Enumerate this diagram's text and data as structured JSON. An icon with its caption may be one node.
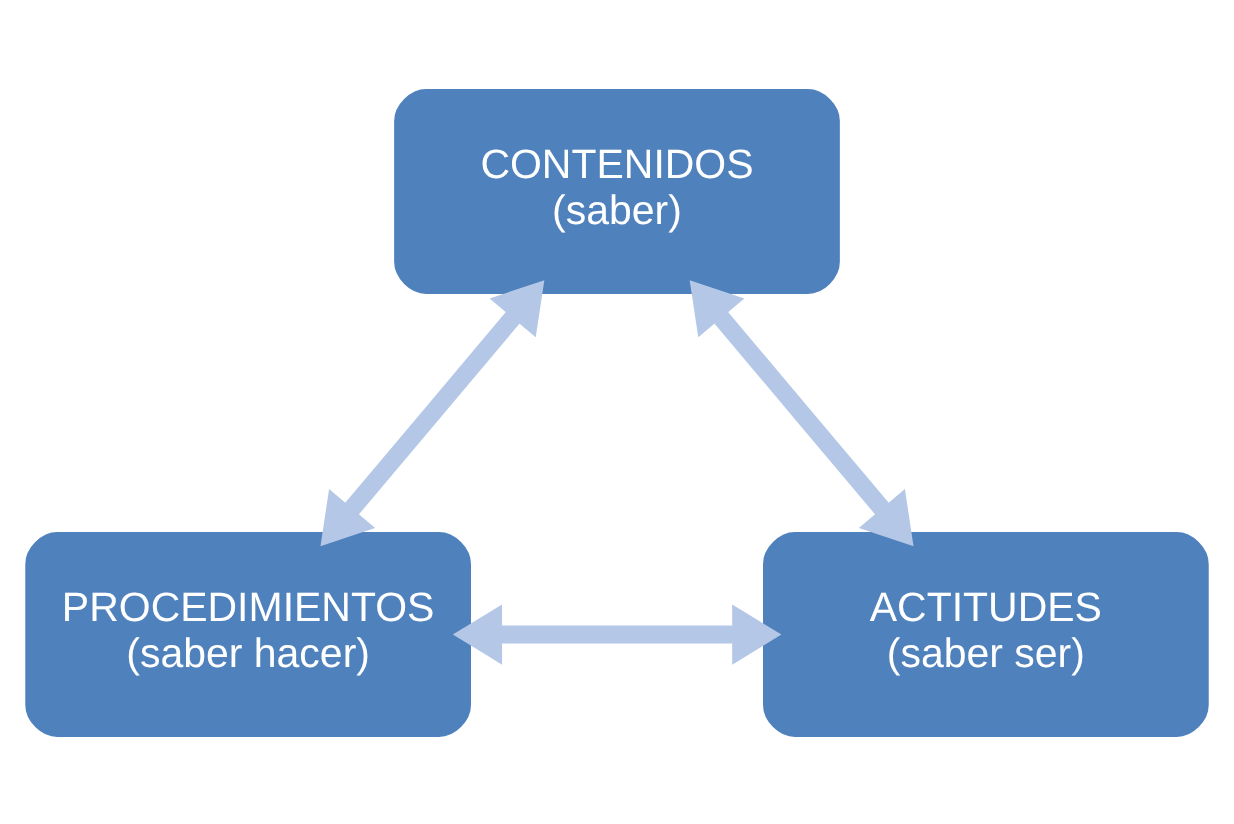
{
  "diagram": {
    "nodes": [
      {
        "text": [
          "CONTENIDOS",
          "(saber)"
        ]
      },
      {
        "text": [
          "PROCEDIMIENTOS",
          "(saber hacer)"
        ]
      },
      {
        "text": [
          "ACTITUDES",
          "(saber ser)"
        ]
      }
    ],
    "edges": [
      {
        "from": 0,
        "to": 1,
        "arrow": "both"
      },
      {
        "from": 0,
        "to": 2,
        "arrow": "both"
      },
      {
        "from": 1,
        "to": 2,
        "arrow": "both"
      }
    ]
  }
}
